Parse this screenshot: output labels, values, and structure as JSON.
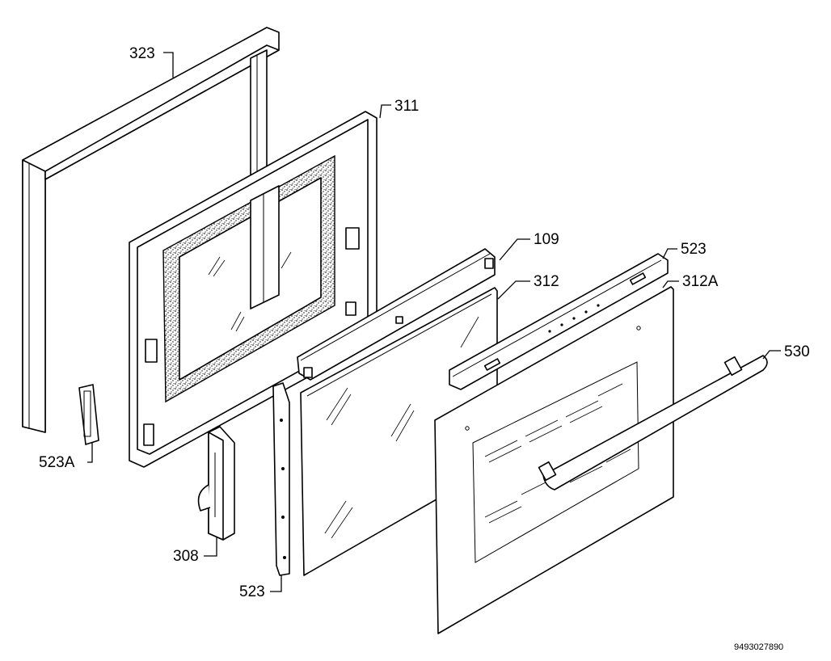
{
  "labels": {
    "l323": "323",
    "l311": "311",
    "l109": "109",
    "l523_top": "523",
    "l312": "312",
    "l312a": "312A",
    "l530": "530",
    "l523a": "523A",
    "l308": "308",
    "l523_bottom": "523"
  },
  "drawing_ref": "9493027890"
}
